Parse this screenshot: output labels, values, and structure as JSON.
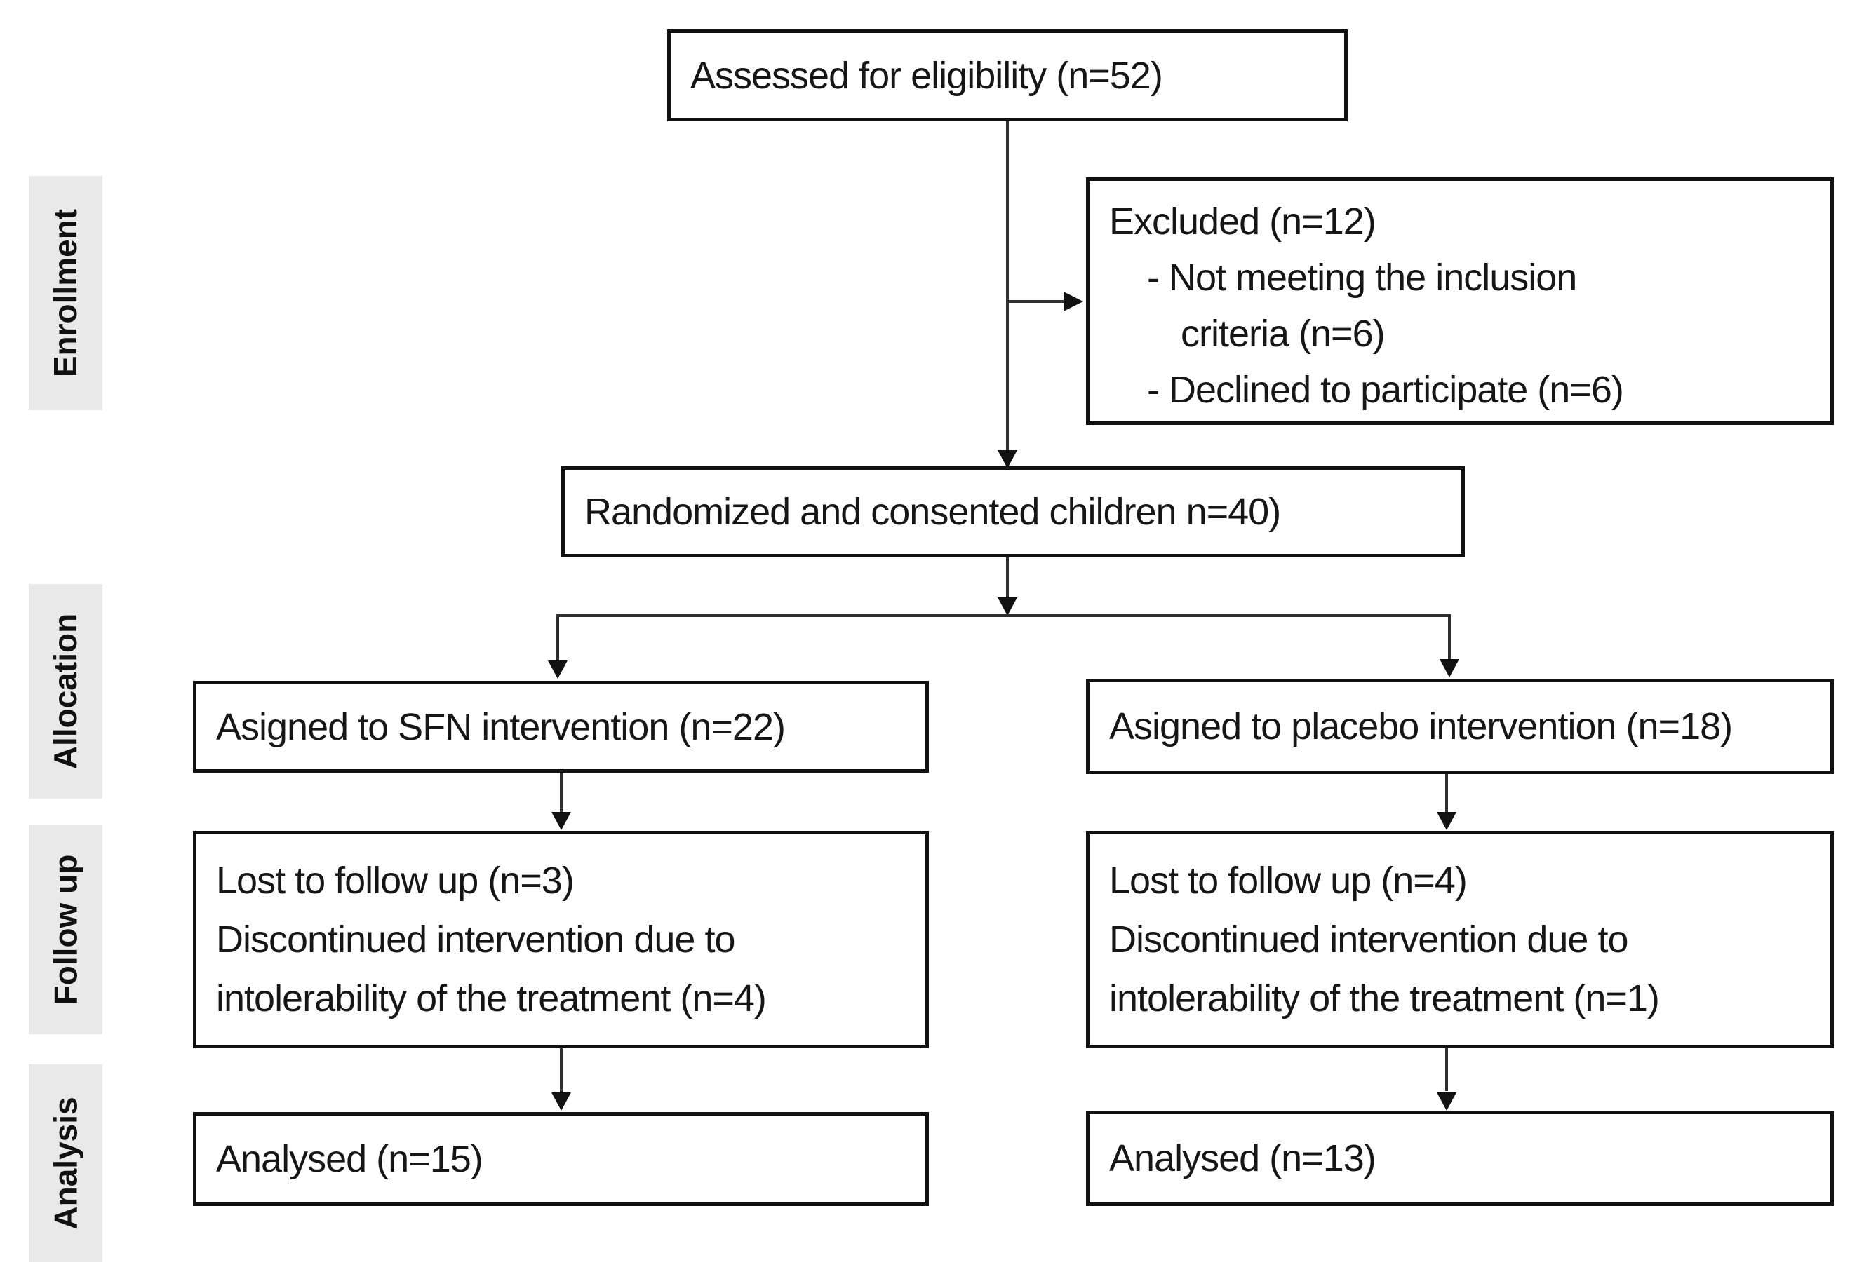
{
  "stages": [
    {
      "label": "Enrollment"
    },
    {
      "label": "Allocation"
    },
    {
      "label": "Follow up"
    },
    {
      "label": "Analysis"
    }
  ],
  "boxes": {
    "assessed": {
      "text": "Assessed for eligibility (n=52)"
    },
    "excluded": {
      "heading": "Excluded (n=12)",
      "reasons": [
        {
          "line1": "- Not meeting the inclusion",
          "line2": "criteria (n=6)"
        },
        {
          "line1": "- Declined to participate (n=6)"
        }
      ]
    },
    "randomized": {
      "text": "Randomized and consented children n=40)"
    },
    "sfn_allocation": {
      "text": "Asigned to SFN intervention (n=22)"
    },
    "placebo_allocation": {
      "text": "Asigned to placebo intervention (n=18)"
    },
    "sfn_followup": {
      "lines": [
        "Lost to follow up (n=3)",
        "Discontinued intervention due to",
        "intolerability of the treatment (n=4)"
      ]
    },
    "placebo_followup": {
      "lines": [
        "Lost to follow up (n=4)",
        "Discontinued intervention due to",
        "intolerability of the treatment (n=1)"
      ]
    },
    "sfn_analysis": {
      "text": "Analysed (n=15)"
    },
    "placebo_analysis": {
      "text": "Analysed (n=13)"
    }
  },
  "colors": {
    "box_border": "#111111",
    "connector_line": "#2f2f2f",
    "stage_background": "#e9e9e9",
    "text": "#161616",
    "background": "#ffffff"
  }
}
